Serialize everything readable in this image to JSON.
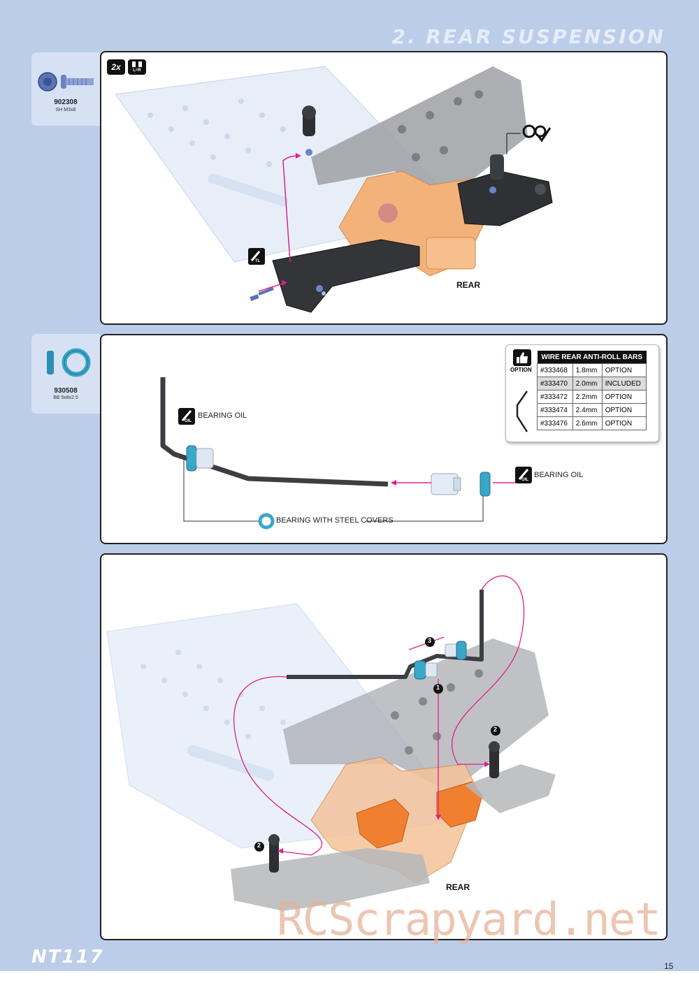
{
  "header": {
    "section_title": "2. REAR SUSPENSION"
  },
  "step1": {
    "part": {
      "code": "902308",
      "desc": "SH M3x8"
    },
    "badge_qty": "2x",
    "badge_sym": "L=R",
    "tl_label": "TL",
    "rear_label": "REAR"
  },
  "step2": {
    "part": {
      "code": "930508",
      "desc": "BB 5x8x2.5"
    },
    "oil_label_1": "BEARING OIL",
    "oil_label_2": "BEARING OIL",
    "oil_icon_text": "OIL",
    "bearing_label": "BEARING WITH STEEL COVERS",
    "option_tag": "OPTION",
    "option_table": {
      "title": "WIRE REAR ANTI-ROLL BARS",
      "rows": [
        {
          "part": "#333468",
          "size": "1.8mm",
          "status": "OPTION"
        },
        {
          "part": "#333470",
          "size": "2.0mm",
          "status": "INCLUDED"
        },
        {
          "part": "#333472",
          "size": "2.2mm",
          "status": "OPTION"
        },
        {
          "part": "#333474",
          "size": "2.4mm",
          "status": "OPTION"
        },
        {
          "part": "#333476",
          "size": "2.6mm",
          "status": "OPTION"
        }
      ]
    }
  },
  "step3": {
    "markers": {
      "m1": "1",
      "m2a": "2",
      "m2b": "2",
      "m3": "3"
    },
    "rear_label": "REAR"
  },
  "watermark": "RCScrapyard.net",
  "footer": {
    "logo": "NT117",
    "page_number": "15"
  },
  "colors": {
    "background": "#bccdea",
    "accent_magenta": "#e0208a",
    "part_blue": "#3aa6c8",
    "part_orange": "#f2a05a"
  }
}
